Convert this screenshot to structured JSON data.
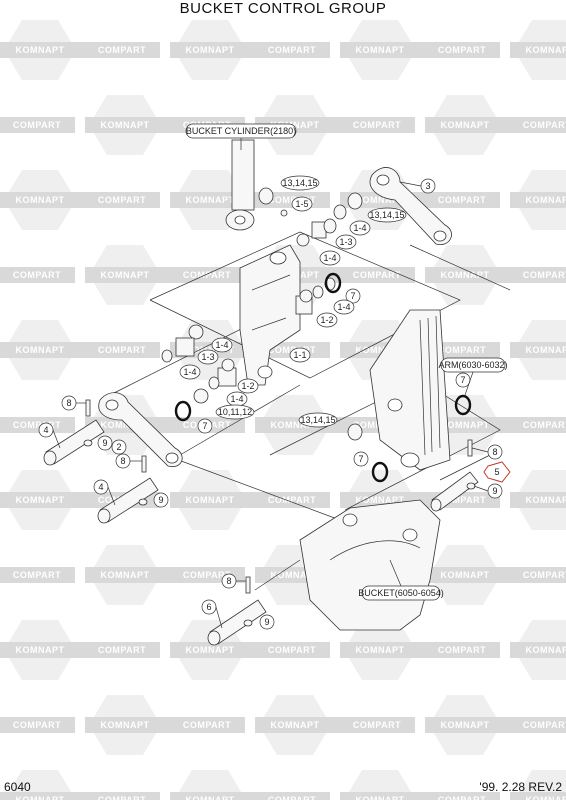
{
  "title": "BUCKET CONTROL GROUP",
  "page_code": "6040",
  "revision": "'99. 2.28 REV.2",
  "watermark": {
    "text_a": "KOMNAPT",
    "text_b": "COMPART"
  },
  "callouts": {
    "bucket_cylinder": "BUCKET CYLINDER(2180)",
    "arm": "ARM(6030-6032)",
    "bucket": "BUCKET(6050-6054)"
  },
  "labels": {
    "l_13_14_15_top": "13,14,15",
    "l_1_5": "1-5",
    "l_13_14_15_right": "13,14,15",
    "l_3": "3",
    "l_1_4_a": "1-4",
    "l_1_3_a": "1-3",
    "l_1_4_b": "1-4",
    "l_7_a": "7",
    "l_1_4_c": "1-4",
    "l_1_2_a": "1-2",
    "l_1_1": "1-1",
    "l_1_4_d": "1-4",
    "l_1_3_b": "1-3",
    "l_1_4_e": "1-4",
    "l_1_2_b": "1-2",
    "l_1_4_f": "1-4",
    "l_10_11_12": "10,11,12",
    "l_7_b": "7",
    "l_8_a": "8",
    "l_4_a": "4",
    "l_9_a": "9",
    "l_2": "2",
    "l_8_b": "8",
    "l_4_b": "4",
    "l_9_b": "9",
    "l_13_14_15_mid": "13,14,15",
    "l_7_c": "7",
    "l_7_d": "7",
    "l_8_c": "8",
    "l_5": "5",
    "l_9_c": "9",
    "l_8_d": "8",
    "l_6": "6",
    "l_9_d": "9"
  }
}
